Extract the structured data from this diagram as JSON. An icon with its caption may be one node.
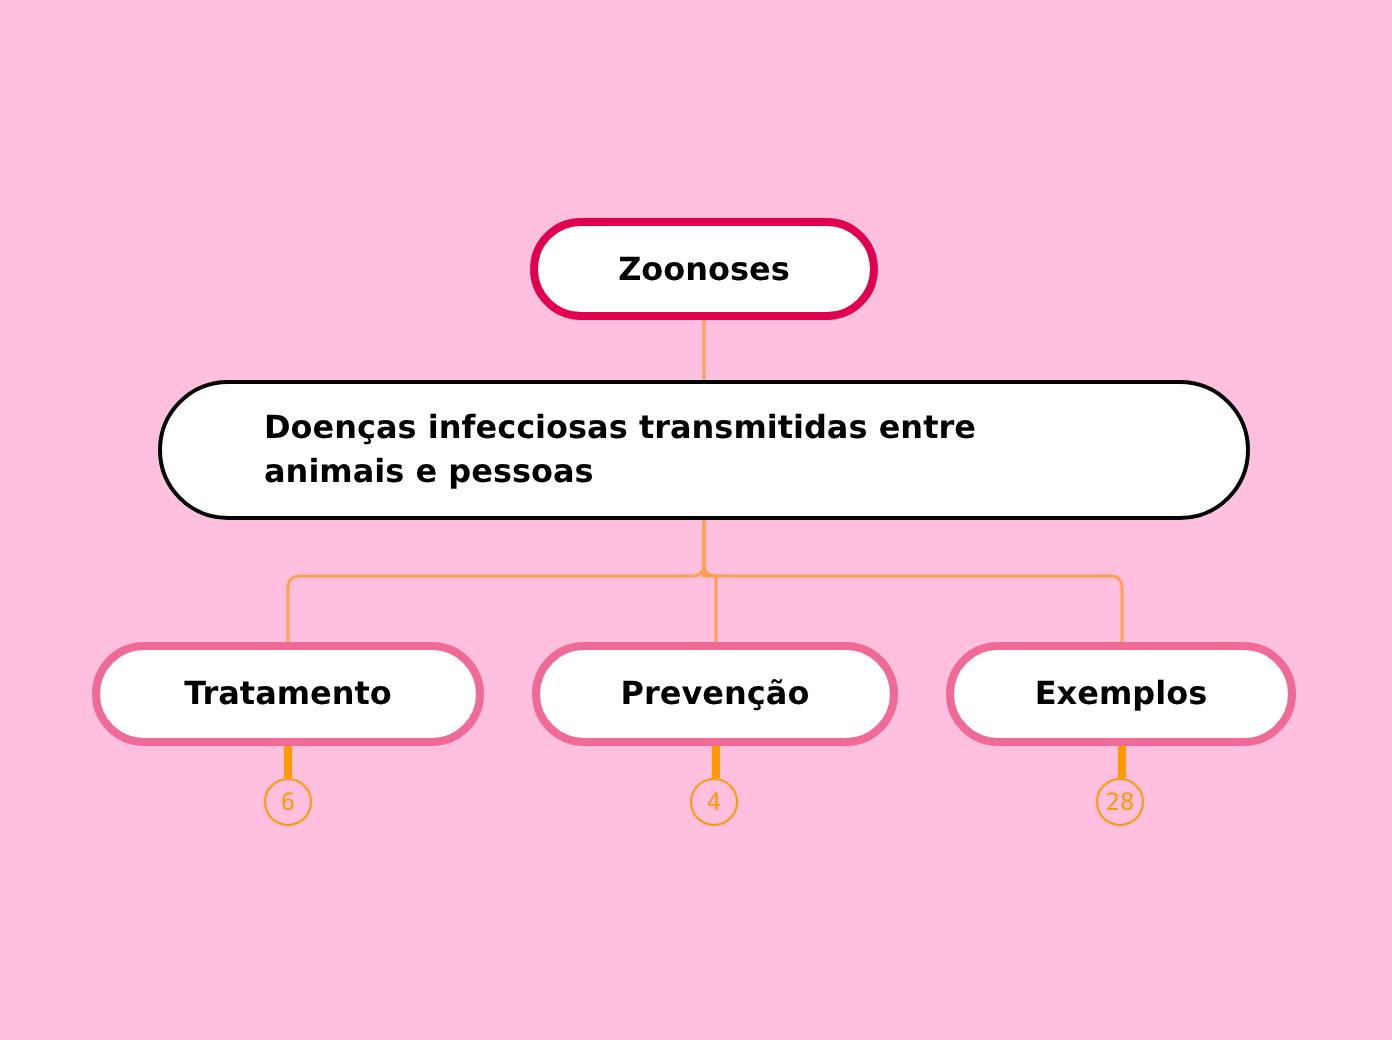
{
  "diagram": {
    "nodes": [
      {
        "text": [
          "Zoonoses"
        ]
      },
      {
        "text": [
          "Doenças infecciosas transmitidas entre animais e pessoas"
        ]
      },
      {
        "text": [
          "Tratamento"
        ]
      },
      {
        "text": [
          "Prevenção"
        ]
      },
      {
        "text": [
          "Exemplos"
        ]
      },
      {
        "text": [
          "6"
        ]
      },
      {
        "text": [
          "4"
        ]
      },
      {
        "text": [
          "28"
        ]
      }
    ],
    "edges": [
      {
        "from": 0,
        "to": 1,
        "arrow": "none"
      },
      {
        "from": 1,
        "to": 2,
        "arrow": "none"
      },
      {
        "from": 1,
        "to": 3,
        "arrow": "none"
      },
      {
        "from": 1,
        "to": 4,
        "arrow": "none"
      },
      {
        "from": 2,
        "to": 5,
        "arrow": "none",
        "style": "thick"
      },
      {
        "from": 3,
        "to": 6,
        "arrow": "none",
        "style": "thick"
      },
      {
        "from": 4,
        "to": 7,
        "arrow": "none",
        "style": "thick"
      }
    ]
  }
}
